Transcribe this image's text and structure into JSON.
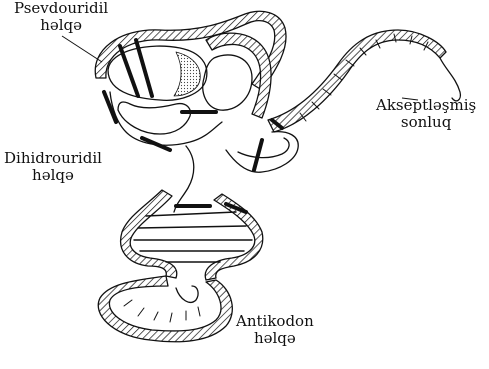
{
  "labels": {
    "pseudouridine_loop": {
      "line1": "Psevdouridil",
      "line2": "həlqə"
    },
    "acceptor_end": {
      "line1": "Akseptləşmiş",
      "line2": "sonluq"
    },
    "dihydrouridine_loop": {
      "line1": "Dihidrouridil",
      "line2": "həlqə"
    },
    "anticodon_loop": {
      "line1": "Antikodon",
      "line2": "həlqə"
    }
  },
  "colors": {
    "ink": "#111111",
    "background": "#ffffff"
  }
}
